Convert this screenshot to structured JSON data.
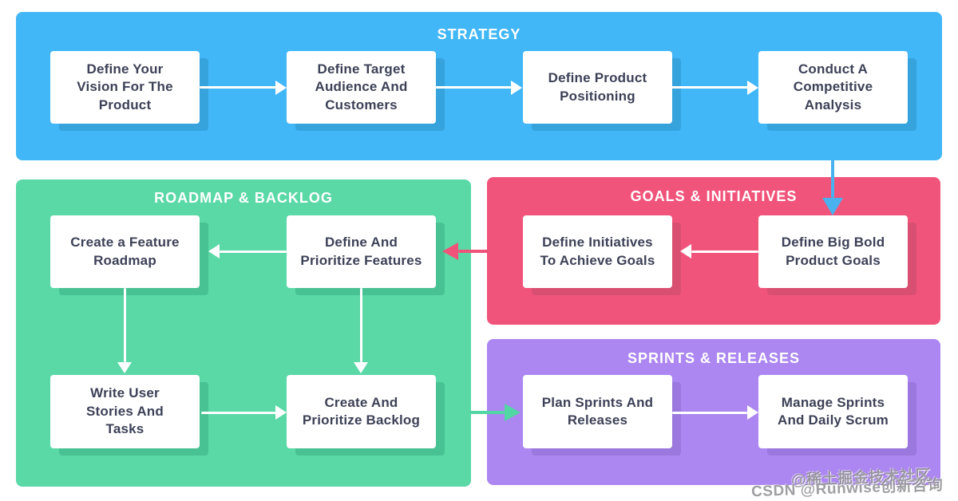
{
  "page": {
    "background": "#ffffff",
    "box_background": "#ffffff",
    "box_text_color": "#3d4157",
    "title_color": "#ffffff"
  },
  "sections": {
    "strategy": {
      "title": "STRATEGY",
      "color": "#42b7f8",
      "shadow_color": "#36a3dd",
      "boxes": [
        {
          "label": [
            "Define Your",
            "Vision For The",
            "Product"
          ]
        },
        {
          "label": [
            "Define Target",
            "Audience And",
            "Customers"
          ]
        },
        {
          "label": [
            "Define Product",
            "Positioning"
          ]
        },
        {
          "label": [
            "Conduct A",
            "Competitive",
            "Analysis"
          ]
        }
      ]
    },
    "roadmap": {
      "title": "ROADMAP & BACKLOG",
      "color": "#5ad8a6",
      "shadow_color": "#49c293",
      "boxes": [
        {
          "label": [
            "Create a Feature",
            "Roadmap"
          ]
        },
        {
          "label": [
            "Define And",
            "Prioritize Features"
          ]
        },
        {
          "label": [
            "Write User",
            "Stories And",
            "Tasks"
          ]
        },
        {
          "label": [
            "Create And",
            "Prioritize Backlog"
          ]
        }
      ]
    },
    "goals": {
      "title": "GOALS & INITIATIVES",
      "color": "#f1547b",
      "shadow_color": "#d94f72",
      "boxes": [
        {
          "label": [
            "Define Initiatives",
            "To Achieve Goals"
          ]
        },
        {
          "label": [
            "Define Big Bold",
            "Product Goals"
          ]
        }
      ]
    },
    "sprints": {
      "title": "SPRINTS & RELEASES",
      "color": "#ac86f1",
      "shadow_color": "#9a78dd",
      "boxes": [
        {
          "label": [
            "Plan Sprints And",
            "Releases"
          ]
        },
        {
          "label": [
            "Manage Sprints",
            "And Daily Scrum"
          ]
        }
      ]
    }
  },
  "connectors": {
    "white": "#ffffff",
    "strategy_to_goals": {
      "color": "#49b1ee",
      "direction": "down"
    },
    "goals_to_roadmap": {
      "color": "#f0537a",
      "direction": "left"
    },
    "roadmap_to_sprints": {
      "color": "#52d6a4",
      "direction": "right"
    }
  },
  "watermark": {
    "line1": "@稀土掘金技术社区",
    "line2": "CSDN @Runwise创新咨询"
  }
}
